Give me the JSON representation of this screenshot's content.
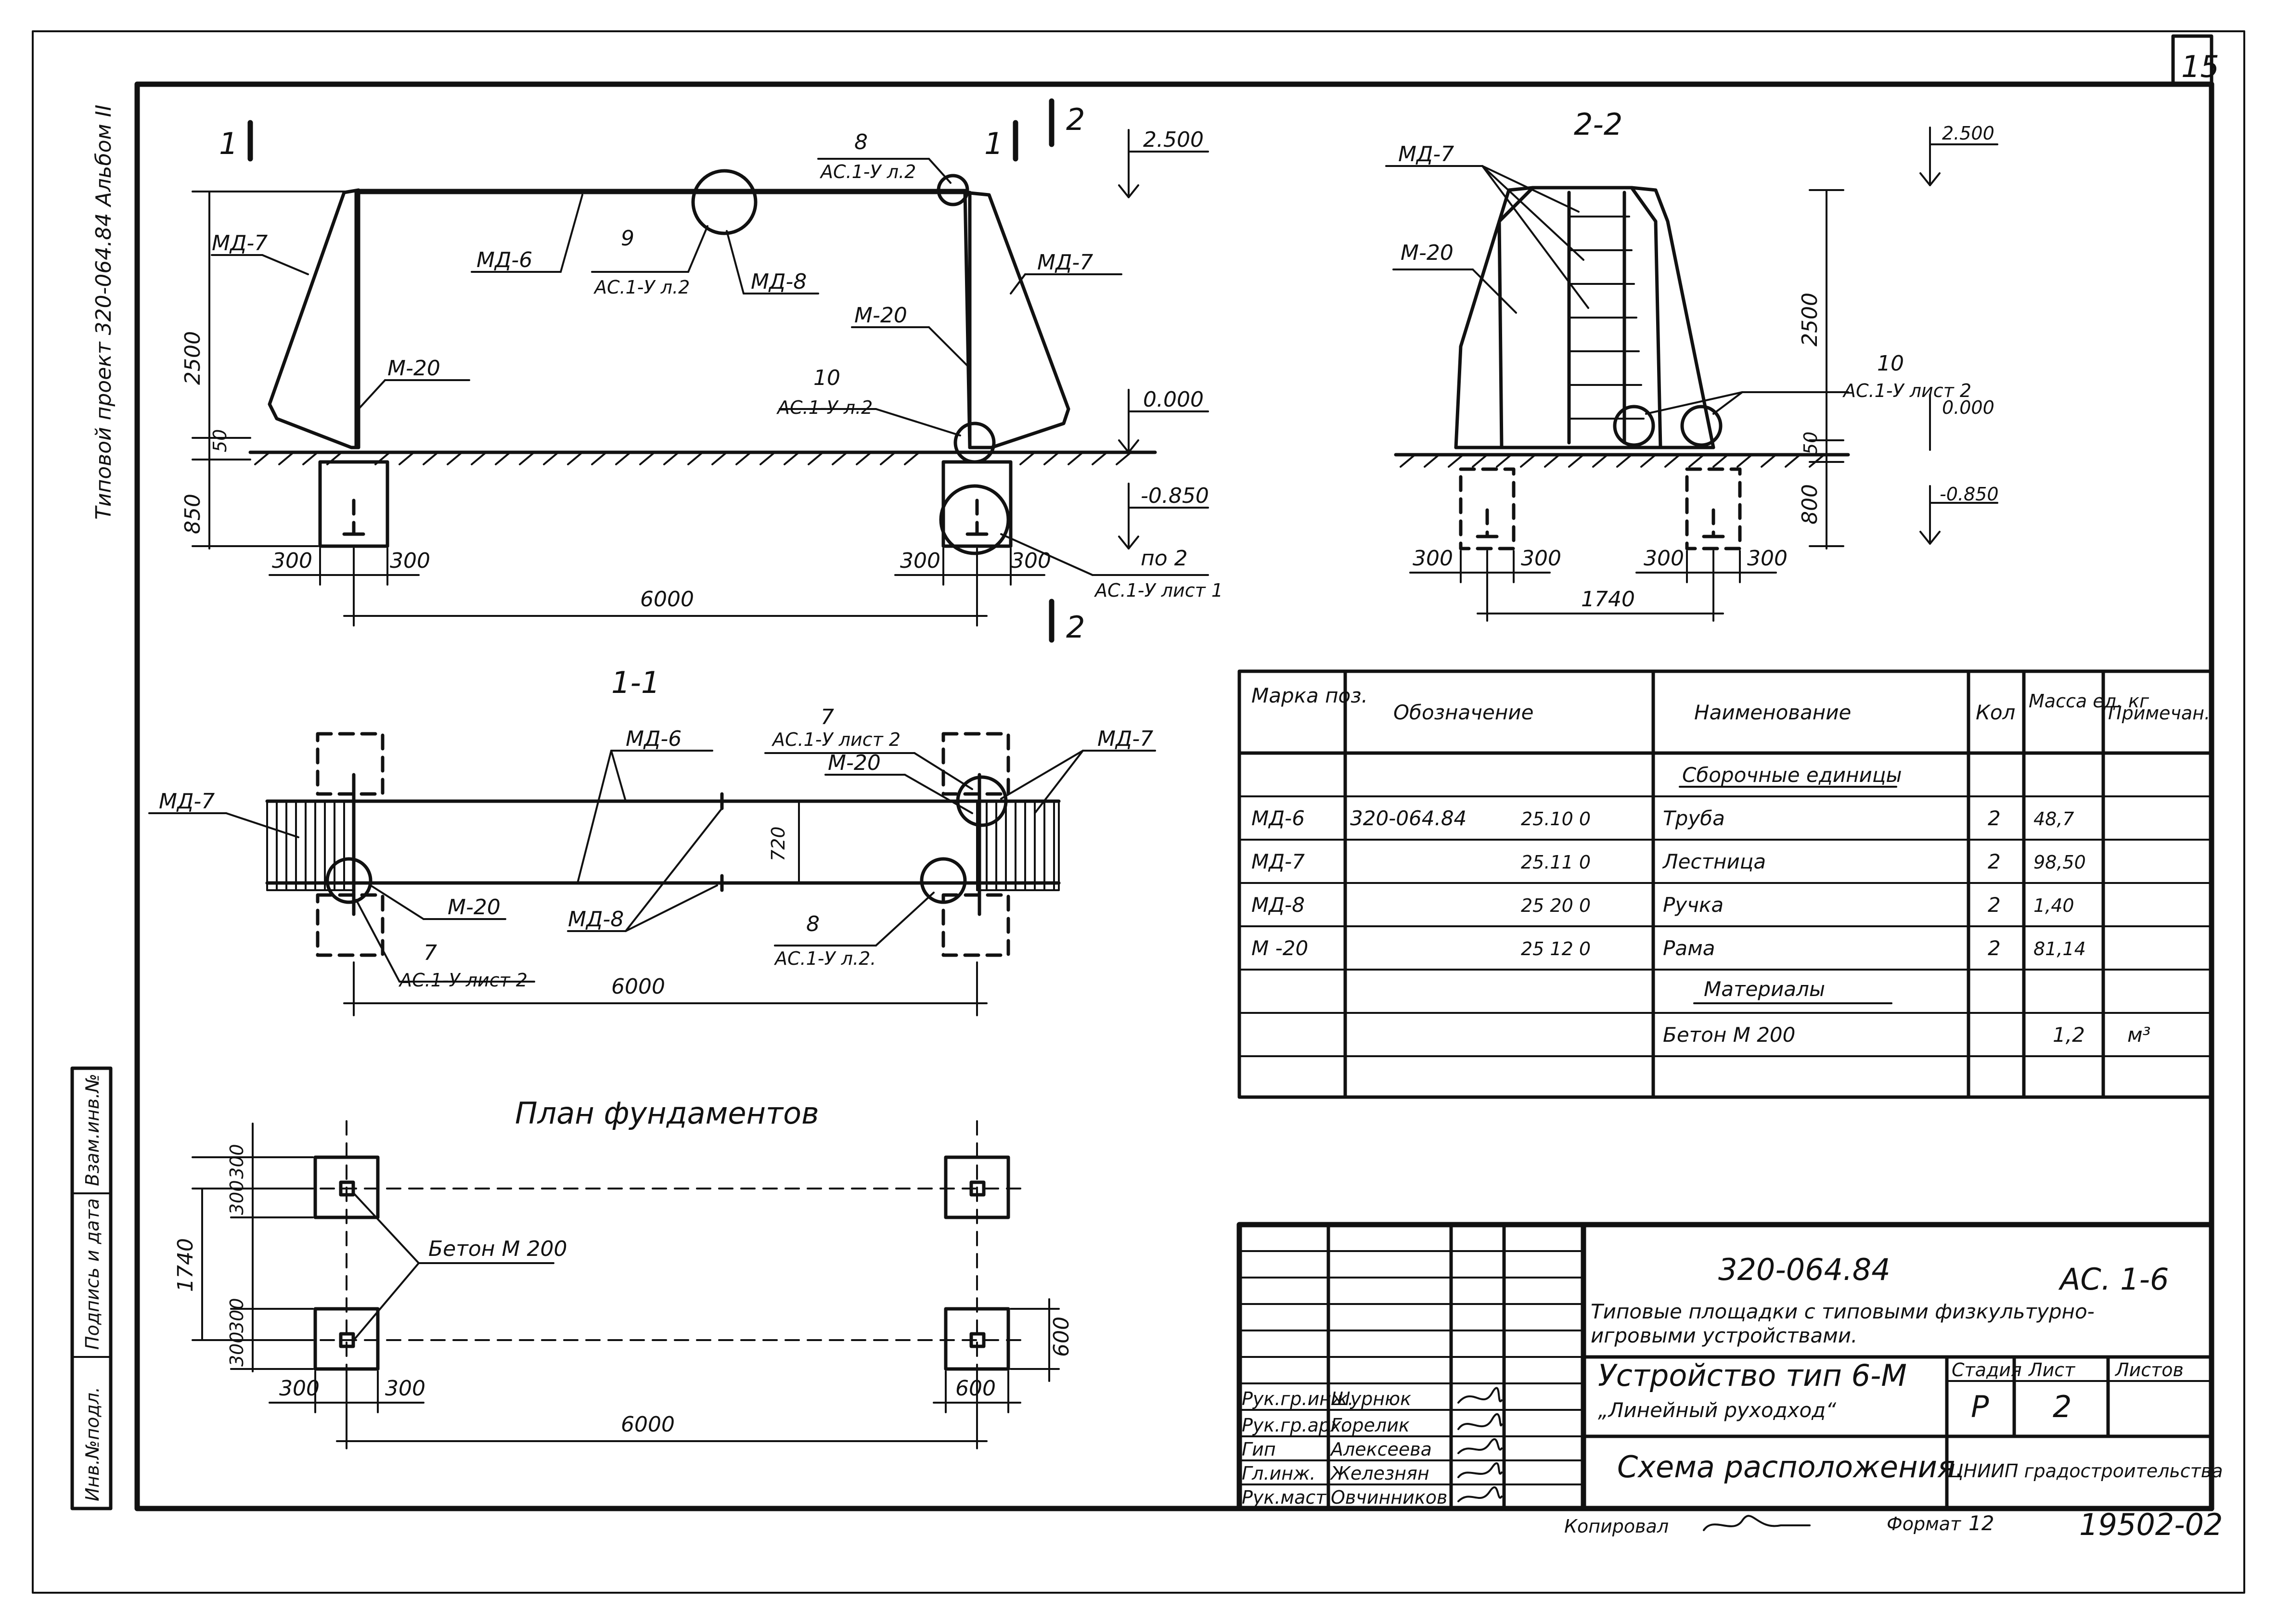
{
  "sheet": {
    "number": "15",
    "side_title": "Типовой проект 320-064.84 Альбом II",
    "side_stamp": [
      "Инв.№подл.",
      "Подпись и дата",
      "Взам.инв.№"
    ]
  },
  "elevation": {
    "cut1": "1",
    "cut2": "2",
    "labels": {
      "md7_left": "МД-7",
      "md7_right": "МД-7",
      "md6": "МД-6",
      "m20_left": "М-20",
      "m20_right": "М-20",
      "md8": "МД-8",
      "ref9_num": "9",
      "ref9_sheet": "АС.1-У л.2",
      "ref8_num": "8",
      "ref8_sheet": "АС.1-У л.2",
      "ref10_num": "10",
      "ref10_sheet": "АС.1-У л.2",
      "refpo2_num": "по 2",
      "refpo2_sheet": "АС.1-У лист 1"
    },
    "dims": {
      "h2500": "2500",
      "h50": "50",
      "h850": "850",
      "w300a": "300",
      "w300b": "300",
      "w300c": "300",
      "w300d": "300",
      "span": "6000"
    },
    "levels": {
      "top": "2.500",
      "zero": "0.000",
      "bottom": "-0.850"
    }
  },
  "section22": {
    "title": "2-2",
    "labels": {
      "md7": "МД-7",
      "m20": "М-20",
      "ref10_num": "10",
      "ref10_sheet": "АС.1-У лист 2"
    },
    "dims": {
      "h2500": "2500",
      "h50": "50",
      "h800": "800",
      "w300a": "300",
      "w300b": "300",
      "w300c": "300",
      "w300d": "300",
      "span": "1740"
    },
    "levels": {
      "top": "2.500",
      "zero": "0.000",
      "bottom": "-0.850"
    }
  },
  "section11": {
    "title": "1-1",
    "labels": {
      "md6": "МД-6",
      "md7_left": "МД-7",
      "md7_right": "МД-7",
      "m20_top": "М-20",
      "m20_left": "М-20",
      "md8": "МД-8",
      "ref7a_num": "7",
      "ref7a_sheet": "АС.1-У лист 2",
      "ref7b_num": "7",
      "ref7b_sheet": "АС.1-У лист 2",
      "ref8_num": "8",
      "ref8_sheet": "АС.1-У л.2."
    },
    "dims": {
      "w720": "720",
      "span": "6000"
    }
  },
  "plan": {
    "title": "План фундаментов",
    "beton": "Бетон М 200",
    "dims": {
      "v300a": "300",
      "v300b": "300",
      "v300c": "300",
      "v300d": "300",
      "v1740": "1740",
      "h300a": "300",
      "h300b": "300",
      "h600": "600",
      "v600": "600",
      "span": "6000"
    }
  },
  "spec": {
    "headers": [
      "Марка поз.",
      "Обозначение",
      "Наименование",
      "Кол",
      "Масса ед. кг",
      "Примечан."
    ],
    "section_units": "Сборочные единицы",
    "rows": [
      {
        "mark": "МД-6",
        "doc": "320-064.84",
        "code": "25.10 0",
        "name": "Труба",
        "qty": "2",
        "mass": "48,7",
        "note": ""
      },
      {
        "mark": "МД-7",
        "doc": "",
        "code": "25.11 0",
        "name": "Лестница",
        "qty": "2",
        "mass": "98,50",
        "note": ""
      },
      {
        "mark": "МД-8",
        "doc": "",
        "code": "25 20 0",
        "name": "Ручка",
        "qty": "2",
        "mass": "1,40",
        "note": ""
      },
      {
        "mark": "М -20",
        "doc": "",
        "code": "25 12 0",
        "name": "Рама",
        "qty": "2",
        "mass": "81,14",
        "note": ""
      }
    ],
    "section_materials": "Материалы",
    "material": {
      "name": "Бетон М 200",
      "mass": "1,2",
      "note": "м³"
    }
  },
  "title_block": {
    "doc_code": "320-064.84",
    "sheet_code": "АС. 1-6",
    "project_line1": "Типовые площадки с типовыми физкультурно-",
    "project_line2": "игровыми устройствами.",
    "object_line1": "Устройство тип 6-М",
    "object_line2": "„Линейный руходход“",
    "drawing_name": "Схема расположения.",
    "stage_header": "Стадия",
    "sheet_header": "Лист",
    "sheets_header": "Листов",
    "stage": "Р",
    "sheet": "2",
    "sheets": "",
    "org": "ЦНИИП градостроительства",
    "staff": [
      {
        "role": "Рук.гр.инж.",
        "name": "Шурнюк"
      },
      {
        "role": "Рук.гр.арх.",
        "name": "Горелик"
      },
      {
        "role": "Гип",
        "name": "Алексеева"
      },
      {
        "role": "Гл.инж.",
        "name": "Железнян"
      },
      {
        "role": "Рук.маст.",
        "name": "Овчинников"
      }
    ],
    "copied_label": "Копировал",
    "format_label": "Формат",
    "format_value": "12",
    "inventory": "19502-02"
  }
}
